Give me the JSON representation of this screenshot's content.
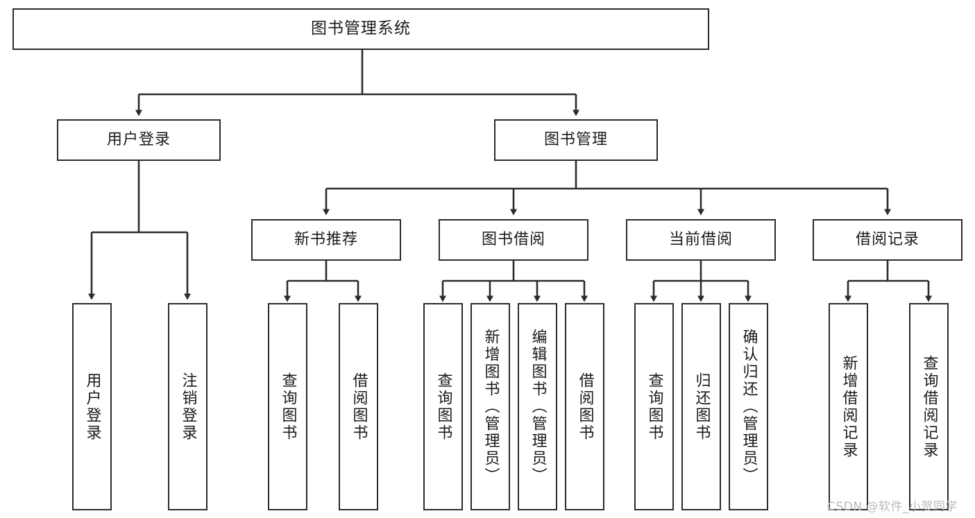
{
  "diagram": {
    "title": "图书管理系统",
    "type": "tree-hierarchy",
    "orientation": "top-down",
    "colors": {
      "node_border": "#2b2b2b",
      "node_fill": "#ffffff",
      "edge": "#2b2b2b",
      "text": "#1a1a1a",
      "watermark": "#b9b9b9",
      "background": "#ffffff"
    }
  },
  "nodes": {
    "root": {
      "label": "图书管理系统"
    },
    "level2": [
      {
        "label": "用户登录"
      },
      {
        "label": "图书管理"
      }
    ],
    "level3": [
      {
        "label": "新书推荐"
      },
      {
        "label": "图书借阅"
      },
      {
        "label": "当前借阅"
      },
      {
        "label": "借阅记录"
      }
    ],
    "leaves": {
      "user_login": [
        {
          "label": "用户登录"
        },
        {
          "label": "注销登录"
        }
      ],
      "new_book_recommend": [
        {
          "label": "查询图书"
        },
        {
          "label": "借阅图书"
        }
      ],
      "book_borrow": [
        {
          "label": "查询图书"
        },
        {
          "label": "新增图书（管理员）"
        },
        {
          "label": "编辑图书（管理员）"
        },
        {
          "label": "借阅图书"
        }
      ],
      "current_borrow": [
        {
          "label": "查询图书"
        },
        {
          "label": "归还图书"
        },
        {
          "label": "确认归还（管理员）"
        }
      ],
      "borrow_records": [
        {
          "label": "新增借阅记录"
        },
        {
          "label": "查询借阅记录"
        }
      ]
    }
  },
  "watermark": {
    "text": "CSDN @软件_小贺同学"
  }
}
